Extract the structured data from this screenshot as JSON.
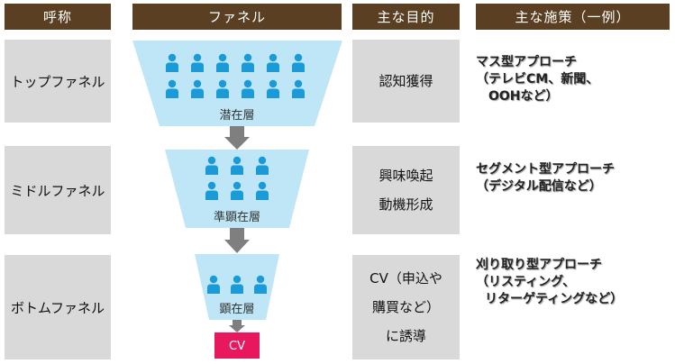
{
  "headers": {
    "name": "呼称",
    "funnel": "ファネル",
    "purpose": "主な目的",
    "measures": "主な施策（一例）"
  },
  "rows": [
    {
      "name": "トップファネル",
      "layer": "潜在層",
      "purpose": [
        "認知獲得"
      ],
      "measures": [
        "マス型アプローチ",
        "（テレビCM、新聞、",
        "OOHなど）"
      ]
    },
    {
      "name": "ミドルファネル",
      "layer": "準顕在層",
      "purpose": [
        "興味喚起",
        "動機形成"
      ],
      "measures": [
        "セグメント型アプローチ",
        "（デジタル配信など）"
      ]
    },
    {
      "name": "ボトムファネル",
      "layer": "顕在層",
      "purpose": [
        "CV（申込や",
        "購買など）",
        "に誘導"
      ],
      "measures": [
        "刈り取り型アプローチ",
        "（リスティング、",
        "リターゲティングなど）"
      ]
    }
  ],
  "cv": "CV",
  "colors": {
    "header_bg": "#5a3f22",
    "cell_bg": "#d9d9d9",
    "funnel_fill": "#bfe6f7",
    "person": "#1a9bd7",
    "arrow": "#7f7f7f",
    "cv_bg": "#e8185f"
  }
}
